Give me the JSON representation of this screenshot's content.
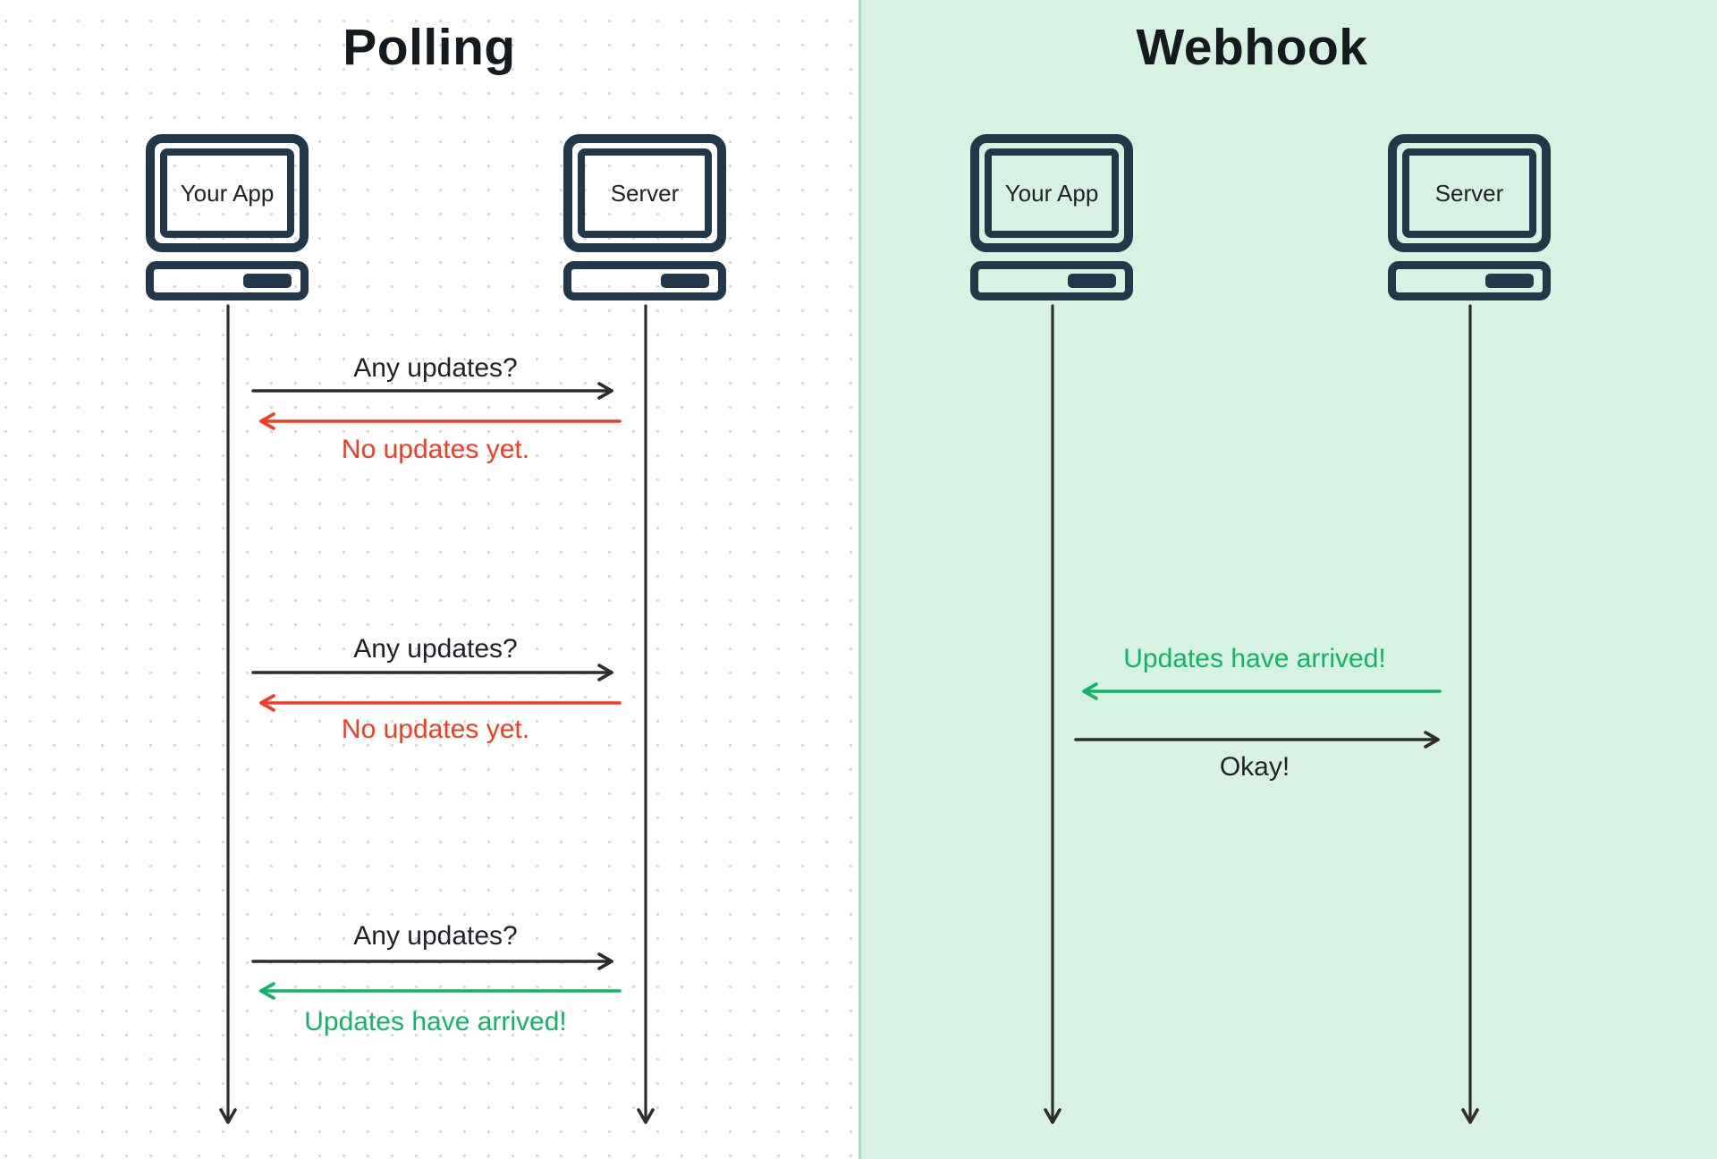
{
  "panels": {
    "polling": {
      "title": "Polling",
      "actors": [
        {
          "label": "Your App"
        },
        {
          "label": "Server"
        }
      ],
      "exchanges": [
        {
          "request": "Any updates?",
          "response": "No updates yet."
        },
        {
          "request": "Any updates?",
          "response": "No updates yet."
        },
        {
          "request": "Any updates?",
          "response": "Updates have arrived!"
        }
      ]
    },
    "webhook": {
      "title": "Webhook",
      "actors": [
        {
          "label": "Your App"
        },
        {
          "label": "Server"
        }
      ],
      "exchanges": [
        {
          "notification": "Updates have arrived!",
          "acknowledgement": "Okay!"
        }
      ]
    }
  },
  "colors": {
    "navy": "#22384a",
    "line": "#2e2e2e",
    "red": "#f23b20",
    "green": "#10b467",
    "panel-green": "#d7f1e3",
    "panel-edge": "#a8dcc3",
    "dot": "#d6d6d6",
    "text": "#1e2226"
  }
}
